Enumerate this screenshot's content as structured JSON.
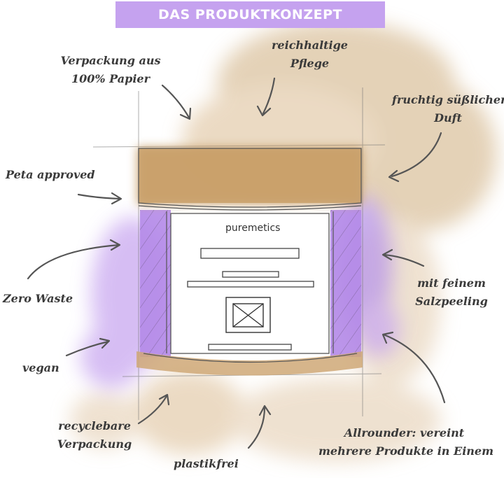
{
  "title": "DAS PRODUKTKONZEPT",
  "brand": "puremetics",
  "colors": {
    "banner": "#c5a2ef",
    "lid": "#c9a06a",
    "watercolor_beige": "#d9bf9a",
    "watercolor_purple": "#b28be6",
    "ink": "#3a3a3a"
  },
  "annotations": {
    "packaging_paper": [
      "Verpackung aus",
      "100% Papier"
    ],
    "rich_care": [
      "reichhaltige",
      "Pflege"
    ],
    "fruity_scent": [
      "fruchtig süßlicher",
      "Duft"
    ],
    "peta": [
      "Peta approved"
    ],
    "zero_waste": [
      "Zero Waste"
    ],
    "vegan": [
      "vegan"
    ],
    "salt_peeling": [
      "mit feinem",
      "Salzpeeling"
    ],
    "recyclable": [
      "recyclebare",
      "Verpackung"
    ],
    "plastic_free": [
      "plastikfrei"
    ],
    "all_rounder": [
      "Allrounder: vereint",
      "mehrere Produkte in Einem"
    ]
  },
  "icons": {
    "image_placeholder": "image-placeholder-icon",
    "arrow": "hand-drawn-arrow-icon"
  }
}
